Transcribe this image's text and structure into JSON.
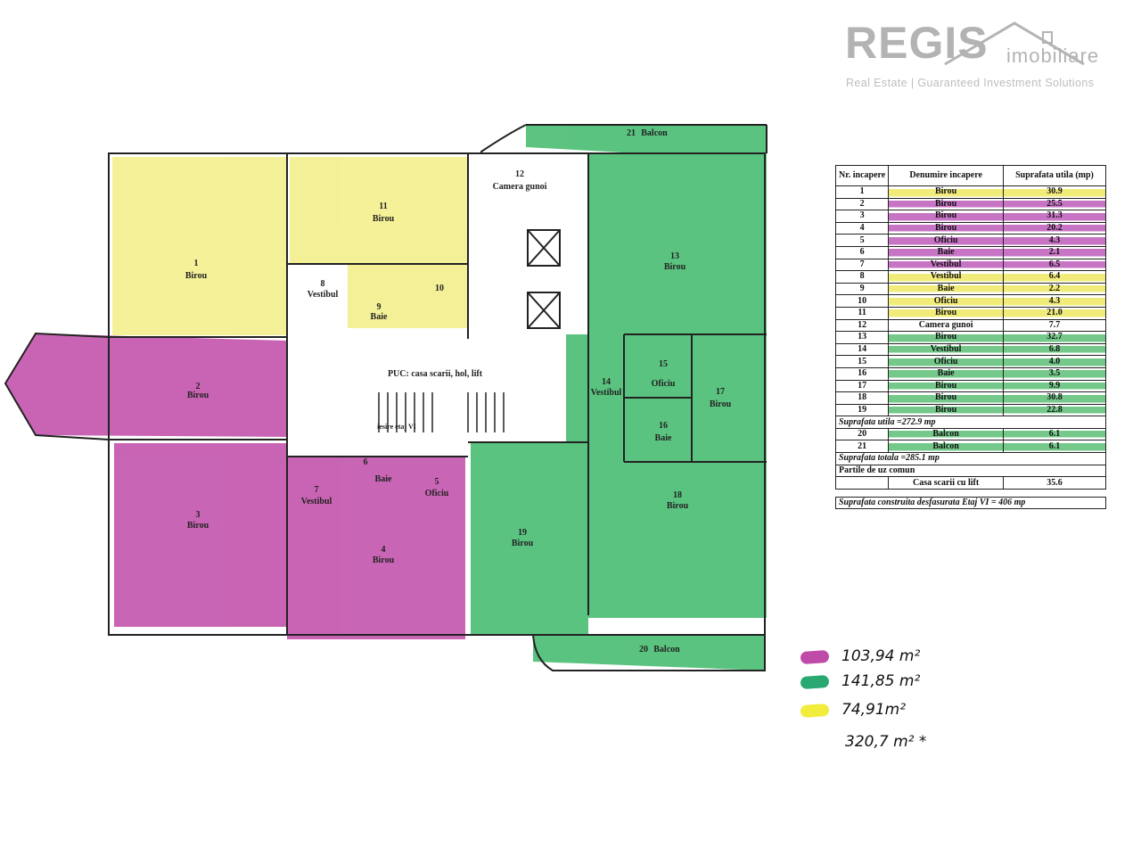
{
  "brand": {
    "name": "REGIS",
    "sub": "imobiliare",
    "tagline": "Real Estate | Guaranteed Investment Solutions"
  },
  "plan": {
    "common_label": "PUC: casa scarii, hol, lift",
    "stair_label": "iesire etaj VI",
    "garbage_label": "Camera gunoi",
    "rooms": [
      {
        "num": "1",
        "name": "Birou"
      },
      {
        "num": "2",
        "name": "Birou"
      },
      {
        "num": "3",
        "name": "Birou"
      },
      {
        "num": "4",
        "name": "Birou"
      },
      {
        "num": "5",
        "name": "Oficiu"
      },
      {
        "num": "6",
        "name": "Baie"
      },
      {
        "num": "7",
        "name": "Vestibul"
      },
      {
        "num": "8",
        "name": "Vestibul"
      },
      {
        "num": "9",
        "name": "Baie"
      },
      {
        "num": "10",
        "name": ""
      },
      {
        "num": "11",
        "name": "Birou"
      },
      {
        "num": "12",
        "name": "Camera gunoi"
      },
      {
        "num": "13",
        "name": "Birou"
      },
      {
        "num": "14",
        "name": "Vestibul"
      },
      {
        "num": "15",
        "name": "Oficiu"
      },
      {
        "num": "16",
        "name": "Baie"
      },
      {
        "num": "17",
        "name": "Birou"
      },
      {
        "num": "18",
        "name": "Birou"
      },
      {
        "num": "19",
        "name": "Birou"
      },
      {
        "num": "20",
        "name": "Balcon"
      },
      {
        "num": "21",
        "name": "Balcon"
      }
    ],
    "colors": {
      "magenta": "#c04aa8",
      "green": "#3fb96a",
      "yellow": "#f2ee86"
    }
  },
  "table": {
    "headers": [
      "Nr. incapere",
      "Denumire incapere",
      "Suprafata utila (mp)"
    ],
    "rows": [
      {
        "nr": "1",
        "name": "Birou",
        "area": "30.9",
        "mark": "y"
      },
      {
        "nr": "2",
        "name": "Birou",
        "area": "25.5",
        "mark": "m"
      },
      {
        "nr": "3",
        "name": "Birou",
        "area": "31.3",
        "mark": "m"
      },
      {
        "nr": "4",
        "name": "Birou",
        "area": "20.2",
        "mark": "m"
      },
      {
        "nr": "5",
        "name": "Oficiu",
        "area": "4.3",
        "mark": "m"
      },
      {
        "nr": "6",
        "name": "Baie",
        "area": "2.1",
        "mark": "m"
      },
      {
        "nr": "7",
        "name": "Vestibul",
        "area": "6.5",
        "mark": "m"
      },
      {
        "nr": "8",
        "name": "Vestibul",
        "area": "6.4",
        "mark": "y"
      },
      {
        "nr": "9",
        "name": "Baie",
        "area": "2.2",
        "mark": "y"
      },
      {
        "nr": "10",
        "name": "Oficiu",
        "area": "4.3",
        "mark": "y"
      },
      {
        "nr": "11",
        "name": "Birou",
        "area": "21.0",
        "mark": "y"
      },
      {
        "nr": "12",
        "name": "Camera gunoi",
        "area": "7.7",
        "mark": ""
      },
      {
        "nr": "13",
        "name": "Birou",
        "area": "32.7",
        "mark": "g"
      },
      {
        "nr": "14",
        "name": "Vestibul",
        "area": "6.8",
        "mark": "g"
      },
      {
        "nr": "15",
        "name": "Oficiu",
        "area": "4.0",
        "mark": "g"
      },
      {
        "nr": "16",
        "name": "Baie",
        "area": "3.5",
        "mark": "g"
      },
      {
        "nr": "17",
        "name": "Birou",
        "area": "9.9",
        "mark": "g"
      },
      {
        "nr": "18",
        "name": "Birou",
        "area": "30.8",
        "mark": "g"
      },
      {
        "nr": "19",
        "name": "Birou",
        "area": "22.8",
        "mark": "g"
      }
    ],
    "subtotal_util": "Suprafata utila =272.9 mp",
    "balcony_rows": [
      {
        "nr": "20",
        "name": "Balcon",
        "area": "6.1",
        "mark": "g"
      },
      {
        "nr": "21",
        "name": "Balcon",
        "area": "6.1",
        "mark": "g"
      }
    ],
    "total": "Suprafata totala =285.1 mp",
    "common_title": "Partile de uz comun",
    "common_row": {
      "name": "Casa scarii cu lift",
      "area": "35.6"
    },
    "built_total": "Suprafata construita desfasurata Etaj VI = 406 mp"
  },
  "legend": [
    {
      "color": "#c04aa8",
      "value": "103,94 m²"
    },
    {
      "color": "#2aa872",
      "value": "141,85 m²"
    },
    {
      "color": "#f2ec3c",
      "value": "74,91m²"
    },
    {
      "color": "",
      "value": "320,7 m² *"
    }
  ]
}
